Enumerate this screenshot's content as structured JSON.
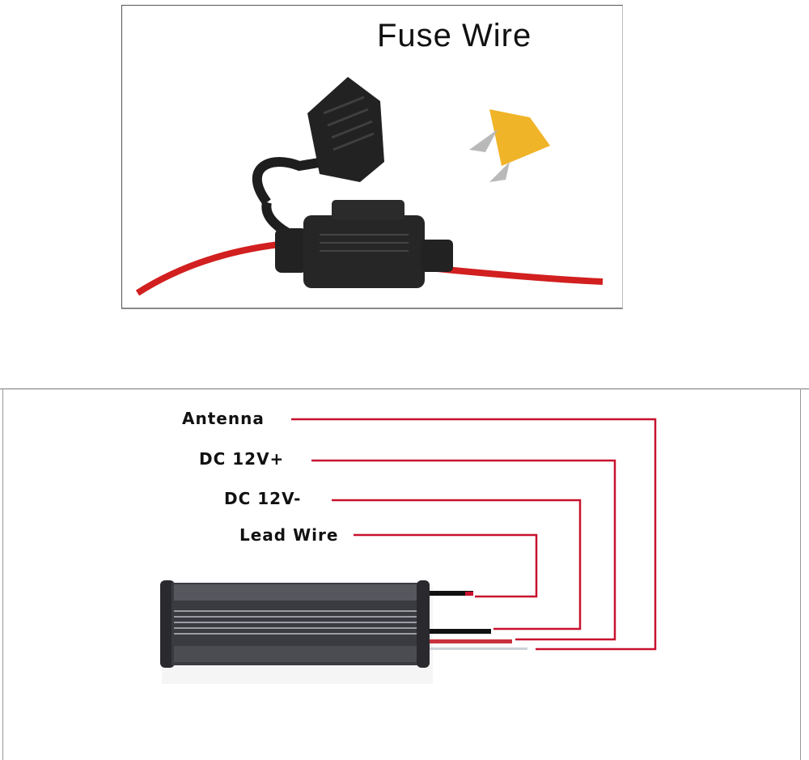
{
  "fuse_section": {
    "title": "Fuse Wire"
  },
  "wiring_section": {
    "labels": [
      {
        "text": "Antenna"
      },
      {
        "text": "DC 12V+"
      },
      {
        "text": "DC 12V-"
      },
      {
        "text": "Lead Wire"
      }
    ],
    "leader_color": "#c8102e"
  }
}
